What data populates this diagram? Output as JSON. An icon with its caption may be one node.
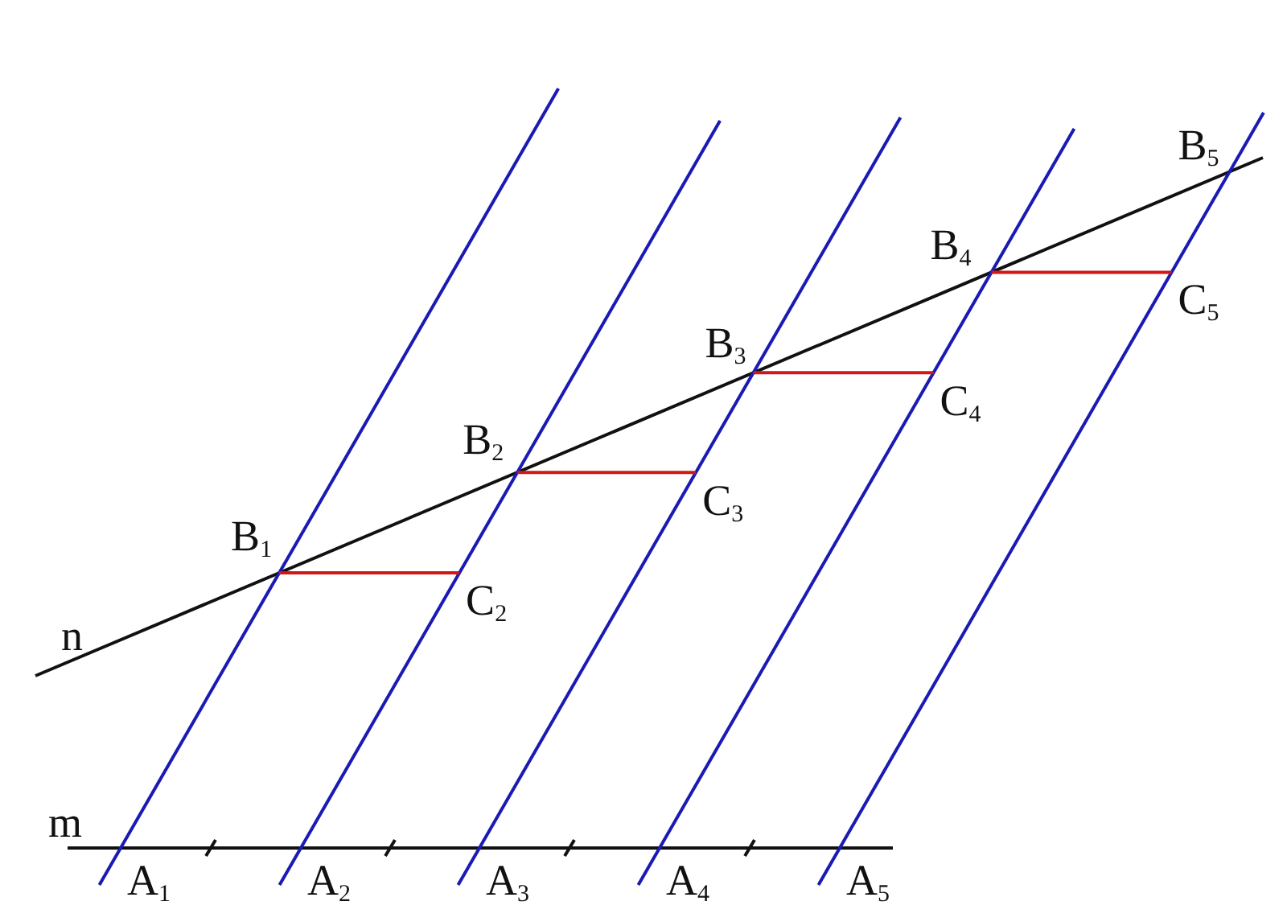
{
  "diagram": {
    "labels": [
      "B$_{5}$",
      "B$_{4}$",
      "C$_{5}$",
      "B$_{3}$",
      "C$_{4}$",
      "B$_{2}$",
      "C$_{3}$",
      "B$_{1}$",
      "C$_{2}$",
      "n",
      "m",
      "A$_{1}$",
      "A$_{2}$",
      "A$_{3}$",
      "A$_{4}$",
      "A$_{5}$"
    ]
  }
}
